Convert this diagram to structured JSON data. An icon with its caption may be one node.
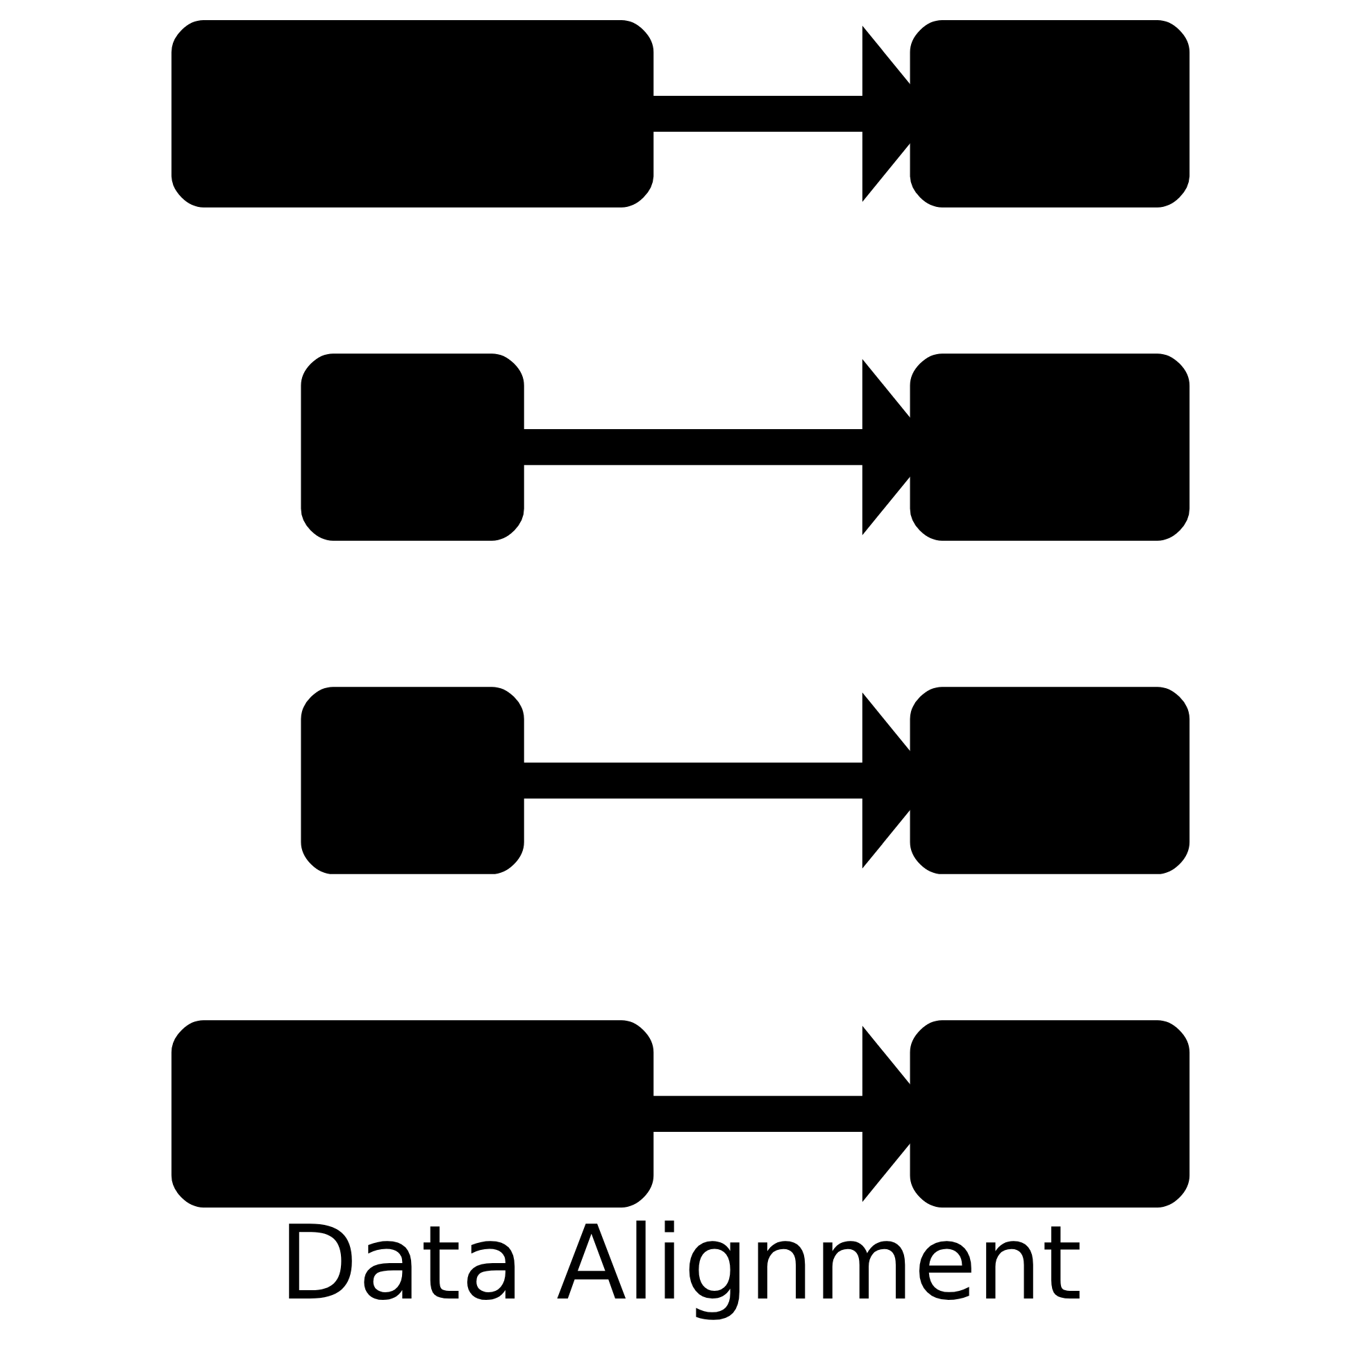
{
  "diagram": {
    "caption": "Data Alignment",
    "nodes": [
      {
        "text": [],
        "shape": "box"
      },
      {
        "text": [],
        "shape": "box"
      },
      {
        "text": [],
        "shape": "box"
      },
      {
        "text": [],
        "shape": "box"
      },
      {
        "text": [],
        "shape": "box"
      },
      {
        "text": [],
        "shape": "box"
      },
      {
        "text": [],
        "shape": "box"
      },
      {
        "text": [],
        "shape": "box"
      }
    ],
    "edges": [
      {
        "from": 0,
        "to": 1,
        "arrow": "to"
      },
      {
        "from": 2,
        "to": 3,
        "arrow": "to"
      },
      {
        "from": 4,
        "to": 5,
        "arrow": "to"
      },
      {
        "from": 6,
        "to": 7,
        "arrow": "to"
      }
    ]
  }
}
